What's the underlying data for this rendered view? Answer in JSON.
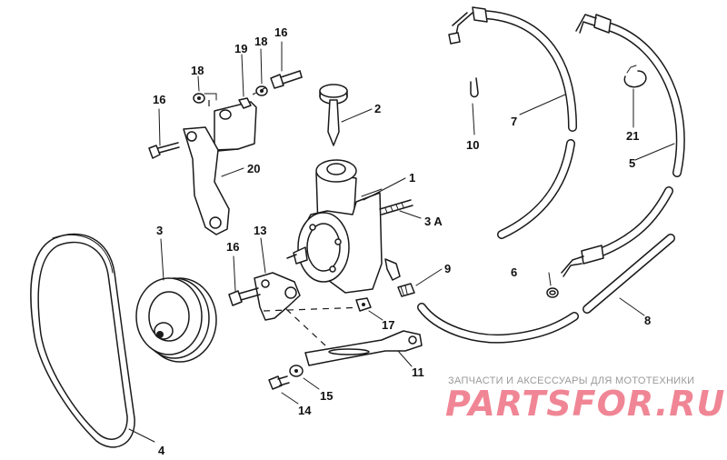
{
  "diagram": {
    "part_labels": {
      "p1": "1",
      "p2": "2",
      "p3": "3",
      "p3a": "3 A",
      "p4": "4",
      "p5": "5",
      "p6": "6",
      "p7": "7",
      "p8": "8",
      "p9": "9",
      "p10": "10",
      "p11": "11",
      "p13": "13",
      "p14": "14",
      "p15": "15",
      "p16a": "16",
      "p16b": "16",
      "p16c": "16",
      "p17": "17",
      "p18a": "18",
      "p18b": "18",
      "p19": "19",
      "p20": "20",
      "p21": "21"
    }
  },
  "watermark": {
    "subtitle": "ЗАПЧАСТИ И АКСЕССУАРЫ ДЛЯ МОТОТЕХНИКИ",
    "logo": "PARTSFOR.RU"
  }
}
